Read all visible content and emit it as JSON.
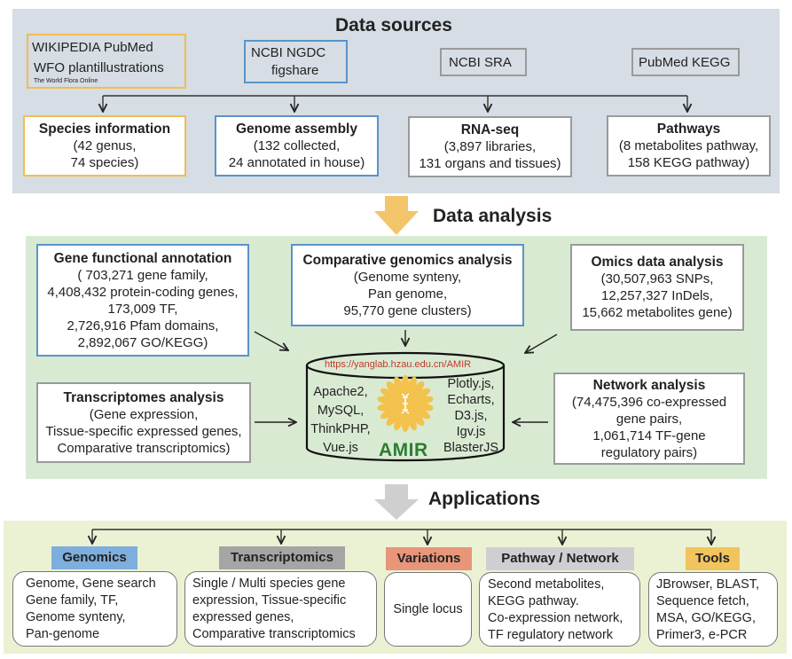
{
  "data_sources": {
    "title": "Data sources",
    "sources": [
      {
        "lines": [
          "WIKIPEDIA  PubMed",
          "WFO  plantillustrations"
        ],
        "subtitle": "The World Flora Online",
        "color": "#f0bd52"
      },
      {
        "lines": [
          "NCBI   NGDC",
          "figshare"
        ],
        "color": "#5b93c7"
      },
      {
        "lines": [
          "NCBI  SRA"
        ],
        "color": "#9a9a9a"
      },
      {
        "lines": [
          "PubMed  KEGG"
        ],
        "color": "#9a9a9a"
      }
    ],
    "outputs": [
      {
        "title": "Species information",
        "lines": [
          "(42 genus,",
          "74 species)"
        ]
      },
      {
        "title": "Genome assembly",
        "lines": [
          "(132 collected,",
          "24 annotated in house)"
        ]
      },
      {
        "title": "RNA-seq",
        "lines": [
          "(3,897 libraries,",
          "131 organs and tissues)"
        ]
      },
      {
        "title": "Pathways",
        "lines": [
          "(8 metabolites pathway,",
          "158 KEGG pathway)"
        ]
      }
    ]
  },
  "data_analysis": {
    "title": "Data analysis",
    "modules": [
      {
        "title": "Gene functional annotation",
        "lines": [
          "( 703,271 gene family,",
          "4,408,432 protein-coding genes,",
          "173,009 TF,",
          "2,726,916 Pfam domains,",
          "2,892,067 GO/KEGG)"
        ]
      },
      {
        "title": "Comparative genomics analysis",
        "lines": [
          "(Genome synteny,",
          "Pan genome,",
          "95,770 gene clusters)"
        ]
      },
      {
        "title": "Omics data analysis",
        "lines": [
          "(30,507,963 SNPs,",
          "12,257,327 InDels,",
          "15,662 metabolites gene)"
        ]
      },
      {
        "title": "Transcriptomes analysis",
        "lines": [
          "(Gene expression,",
          "Tissue-specific expressed genes,",
          "Comparative transcriptomics)"
        ]
      },
      {
        "title": "Network analysis",
        "lines": [
          "(74,475,396 co-expressed",
          "gene pairs,",
          "1,061,714 TF-gene",
          "regulatory pairs)"
        ]
      }
    ],
    "database": {
      "url": "https://yanglab.hzau.edu.cn/AMIR",
      "backend": [
        "Apache2,",
        "MySQL,",
        "ThinkPHP,",
        "Vue.js"
      ],
      "frontend": [
        "Plotly.js,",
        "Echarts,",
        "D3.js,",
        "Igv.js",
        "BlasterJS"
      ],
      "logo_text": "AMIR"
    }
  },
  "applications": {
    "title": "Applications",
    "items": [
      {
        "label": "Genomics",
        "color": "#7eaedb",
        "lines": [
          "Genome, Gene search",
          "Gene family, TF,",
          "Genome synteny,",
          "Pan-genome"
        ]
      },
      {
        "label": "Transcriptomics",
        "color": "#a5a5a5",
        "lines": [
          "Single / Multi species gene",
          "expression, Tissue-specific",
          "expressed genes,",
          "Comparative transcriptomics"
        ]
      },
      {
        "label": "Variations",
        "color": "#e9957a",
        "lines": [
          "Single locus"
        ]
      },
      {
        "label": "Pathway / Network",
        "color": "#cfcfd3",
        "lines": [
          "Second metabolites,",
          "KEGG pathway.",
          "Co-expression network,",
          "TF regulatory network"
        ]
      },
      {
        "label": "Tools",
        "color": "#f2c45d",
        "lines": [
          "JBrowser, BLAST,",
          "Sequence fetch,",
          "MSA, GO/KEGG,",
          "Primer3, e-PCR"
        ]
      }
    ]
  },
  "colors": {
    "sources_bg": "#d6dde4",
    "analysis_bg": "#d9ead3",
    "applications_bg": "#ebf2d4",
    "arrow_analysis": "#f3c56b",
    "arrow_applications": "#cfcfcf",
    "url_red": "#c0392b",
    "logo_green": "#2e7d32",
    "sunflower": "#f3c24d"
  }
}
